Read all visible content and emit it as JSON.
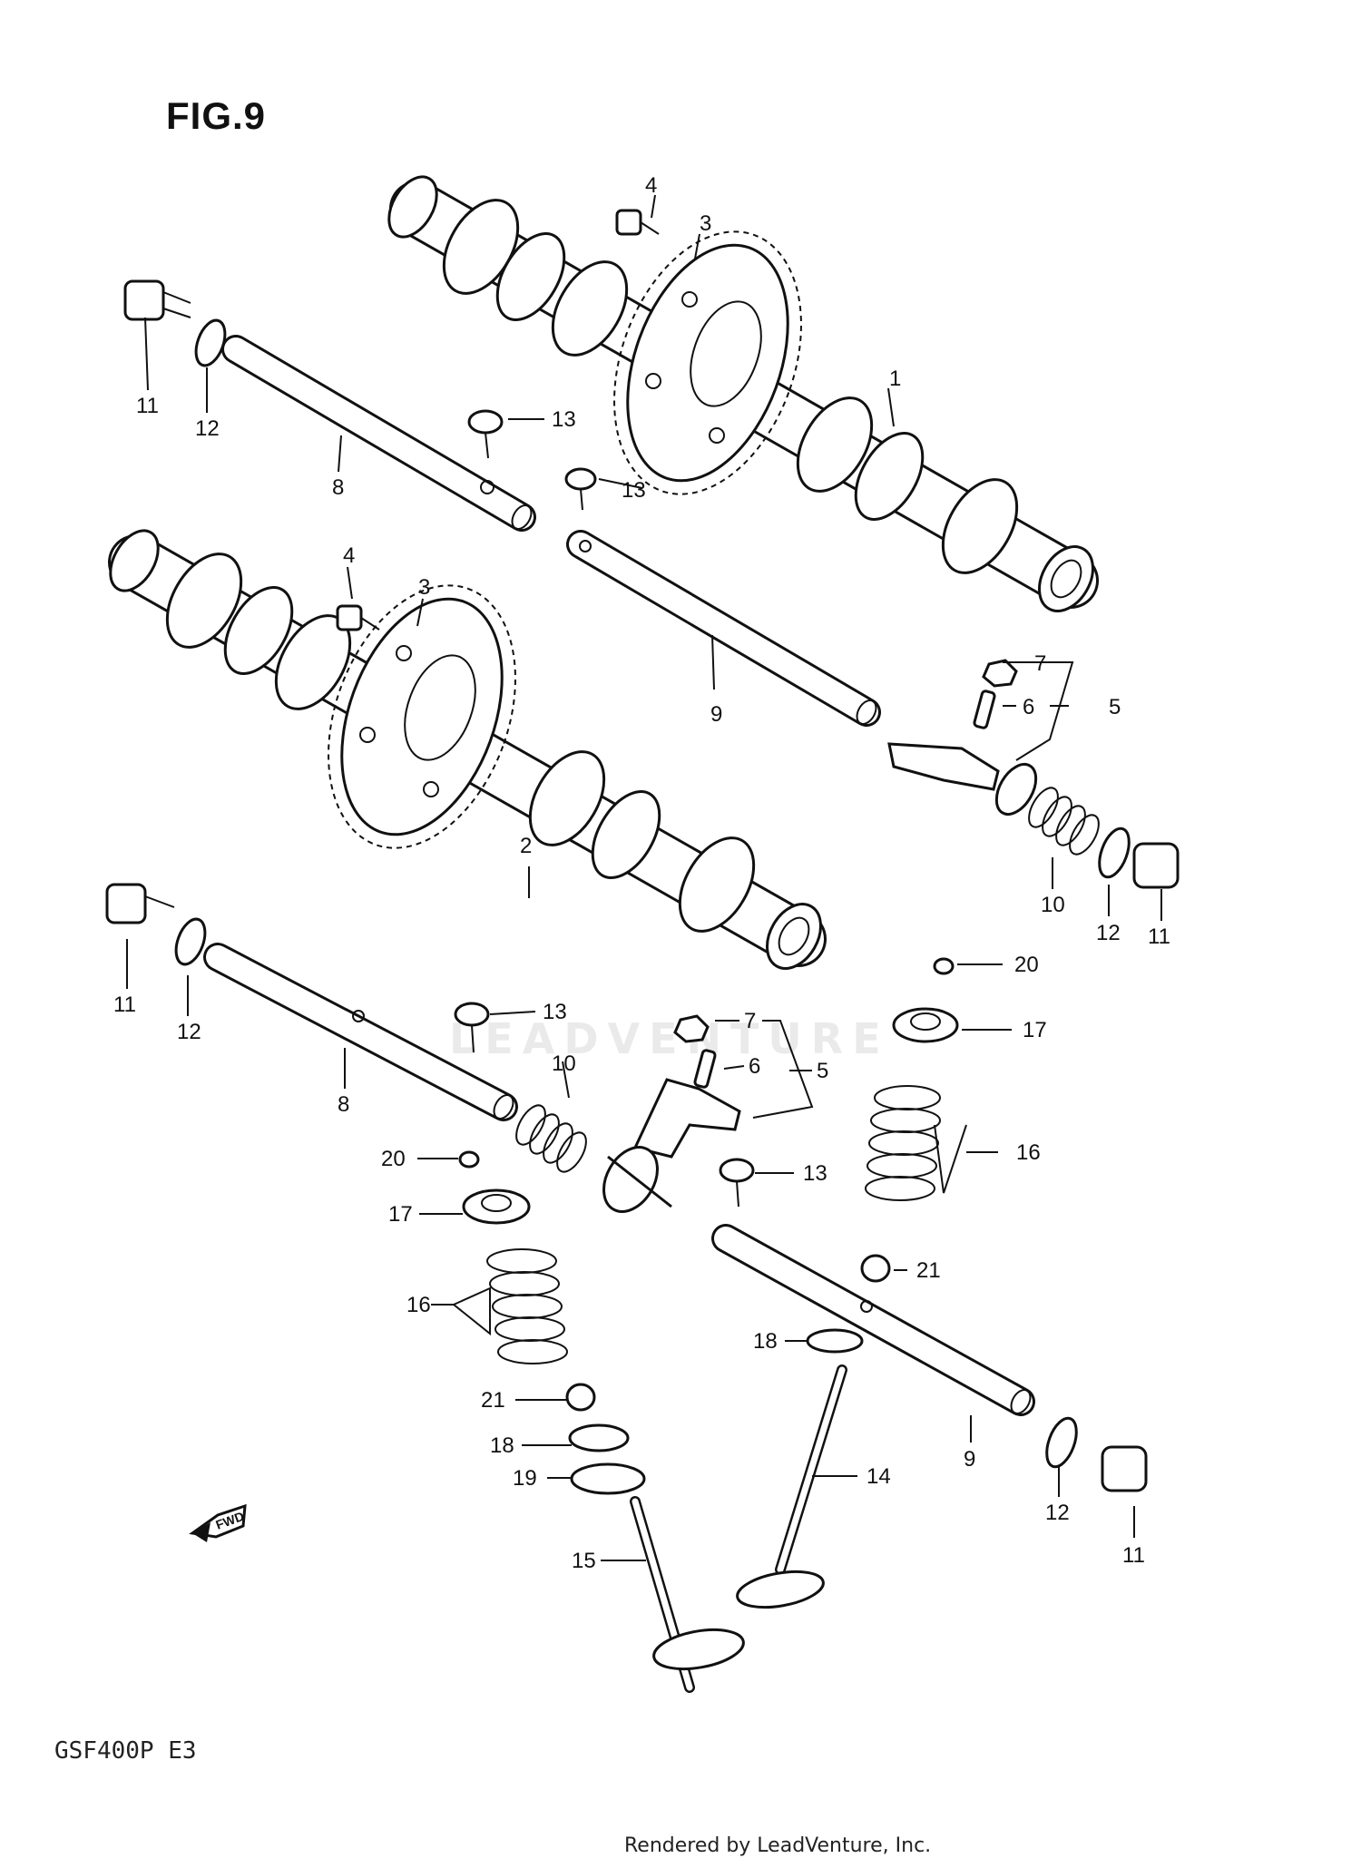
{
  "figure": {
    "title": "FIG.9",
    "model": "GSF400P  E3",
    "render_note": "Rendered by LeadVenture, Inc.",
    "watermark": "LEADVENTURE",
    "fwd_label": "FWD"
  },
  "callouts": {
    "c1": "1",
    "c2": "2",
    "c3a": "3",
    "c3b": "3",
    "c4a": "4",
    "c4b": "4",
    "c5a": "5",
    "c5b": "5",
    "c6a": "6",
    "c6b": "6",
    "c7a": "7",
    "c7b": "7",
    "c8a": "8",
    "c8b": "8",
    "c9a": "9",
    "c9b": "9",
    "c10a": "10",
    "c10b": "10",
    "c11a": "11",
    "c11b": "11",
    "c11c": "11",
    "c11d": "11",
    "c12a": "12",
    "c12b": "12",
    "c12c": "12",
    "c12d": "12",
    "c13a": "13",
    "c13b": "13",
    "c13c": "13",
    "c13d": "13",
    "c14": "14",
    "c15": "15",
    "c16a": "16",
    "c16b": "16",
    "c17a": "17",
    "c17b": "17",
    "c18a": "18",
    "c18b": "18",
    "c19": "19",
    "c20a": "20",
    "c20b": "20",
    "c21a": "21",
    "c21b": "21"
  }
}
